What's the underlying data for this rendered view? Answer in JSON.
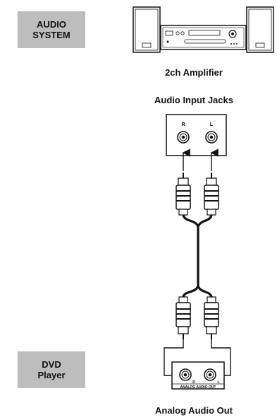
{
  "audio_system_tag": {
    "line1": "AUDIO",
    "line2": "SYSTEM"
  },
  "dvd_player_tag": {
    "line1": "DVD",
    "line2": "Player"
  },
  "captions": {
    "amplifier": "2ch Amplifier",
    "input_jacks": "Audio Input Jacks",
    "analog_out": "Analog Audio Out"
  },
  "jack_labels": {
    "input_right": "R",
    "input_left": "L",
    "output_right": "R",
    "output_left": "L",
    "output_panel": "ANALOG AUDIO OUT"
  },
  "colors": {
    "tag_background": "#bdbdbd",
    "line": "#111111"
  }
}
